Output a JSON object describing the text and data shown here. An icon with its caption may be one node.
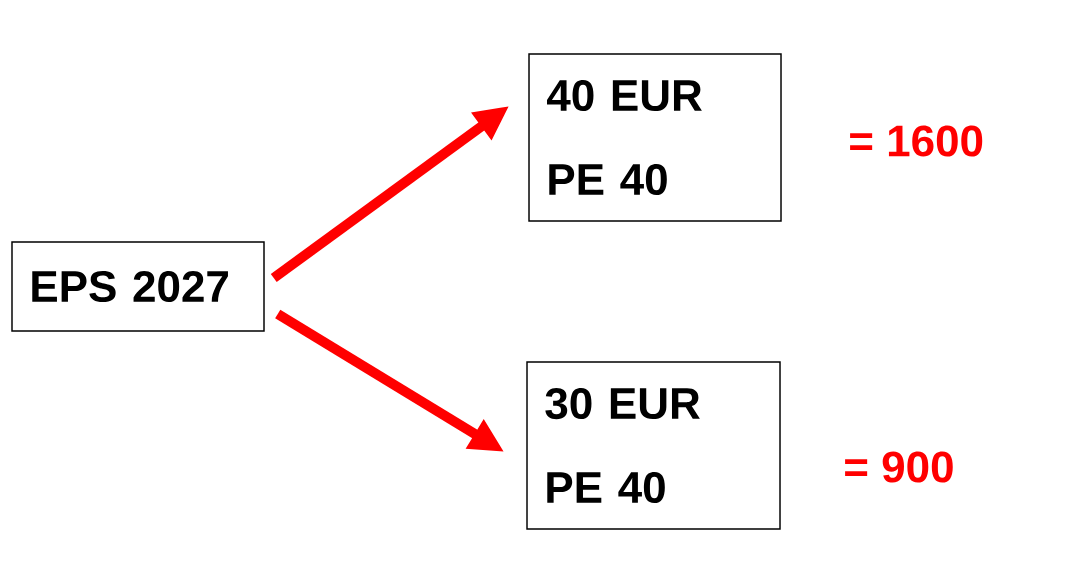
{
  "diagram": {
    "nodes": [
      {
        "text": [
          "EPS 2027"
        ]
      },
      {
        "text": [
          "40 EUR",
          "PE 40"
        ],
        "beside": [
          "= 1600"
        ]
      },
      {
        "text": [
          "30 EUR",
          "PE 40"
        ],
        "beside": [
          "= 900"
        ]
      }
    ],
    "edges": [
      {
        "from": 0,
        "to": 1,
        "arrow": "to",
        "color": "#ff0000"
      },
      {
        "from": 0,
        "to": 2,
        "arrow": "to",
        "color": "#ff0000"
      }
    ]
  }
}
